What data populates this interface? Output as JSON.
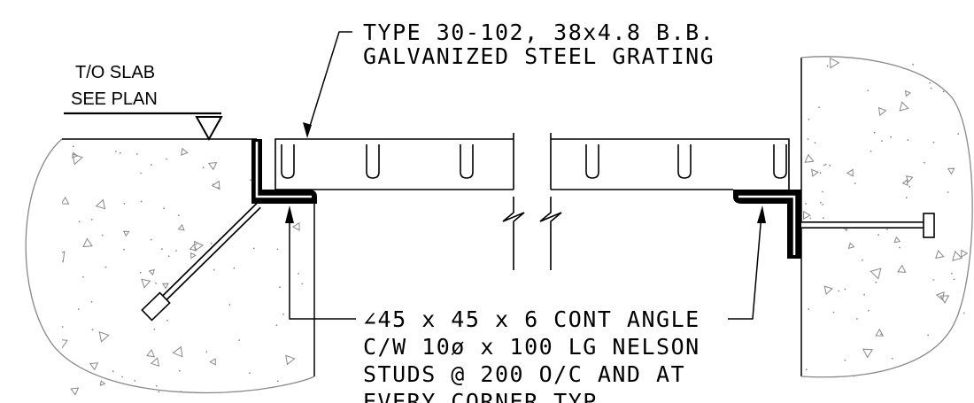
{
  "slab_label": {
    "line1": "T/O SLAB",
    "line2": "SEE PLAN"
  },
  "grating_note": {
    "line1": "TYPE 30-102, 38x4.8 B.B.",
    "line2": "GALVANIZED STEEL GRATING"
  },
  "angle_note": {
    "line1": "∠45 x 45 x 6 CONT ANGLE",
    "line2": "C/W 10ø x 100 LG NELSON",
    "line3": "STUDS @ 200 O/C AND AT",
    "line4": "EVERY CORNER TYP."
  },
  "colors": {
    "line": "#000000",
    "concrete_hatch": "#888888",
    "background": "#ffffff"
  }
}
